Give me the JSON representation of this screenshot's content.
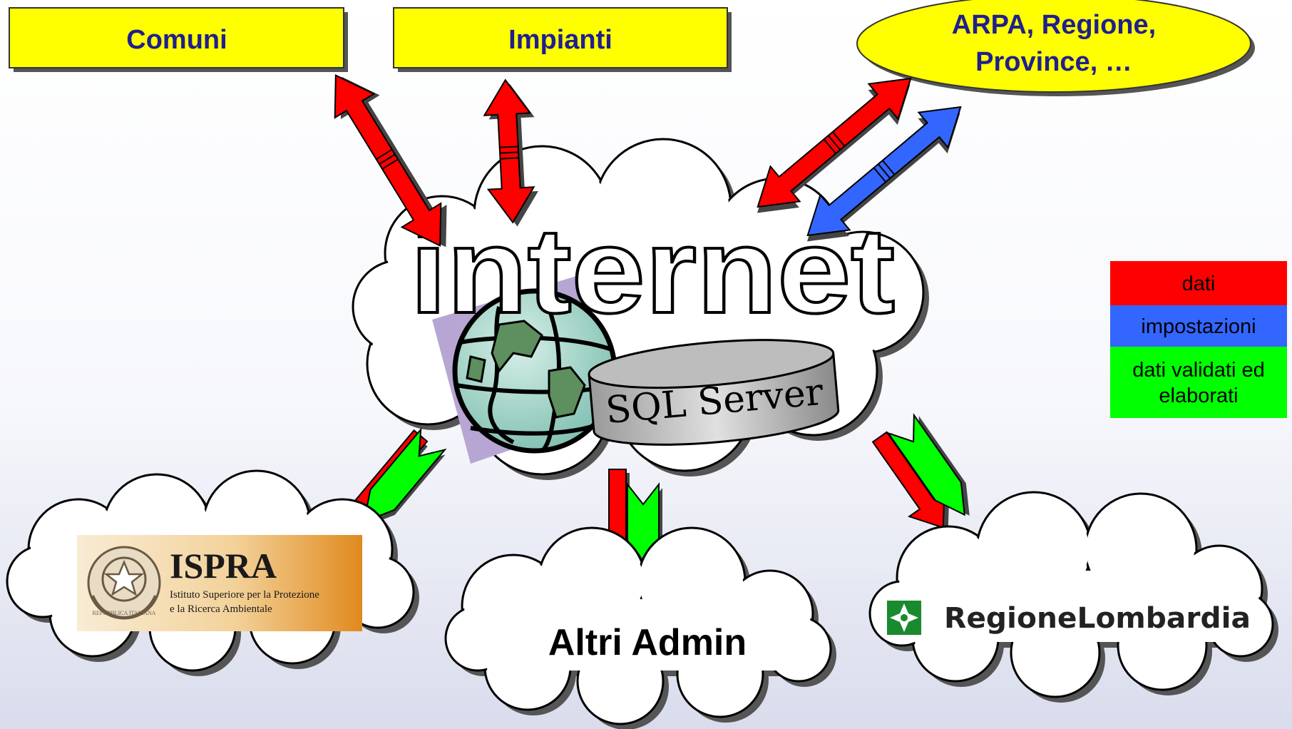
{
  "sources": {
    "comuni": "Comuni",
    "impianti": "Impianti",
    "arpa_line1": "ARPA, Regione,",
    "arpa_line2": "Province, …"
  },
  "hub": {
    "internet_label": "internet",
    "database_label": "SQL Server"
  },
  "destinations": {
    "ispra_title": "ISPRA",
    "ispra_line1": "Istituto Superiore per la Protezione",
    "ispra_line2": "e la Ricerca Ambientale",
    "ispra_emblem_text": "REPUBBLICA ITALIANA",
    "altri_admin": "Altri Admin",
    "regione_lombardia": "RegioneLombardia"
  },
  "legend": {
    "items": [
      {
        "label": "dati",
        "color": "#ff0000"
      },
      {
        "label": "impostazioni",
        "color": "#3366ff"
      },
      {
        "label_line1": "dati validati ed",
        "label_line2": "elaborati",
        "color": "#00ff00"
      }
    ]
  },
  "colors": {
    "source_box_fill": "#ffff00",
    "source_text": "#1f1f8f",
    "data_arrow": "#ff0000",
    "settings_arrow": "#3366ff",
    "validated_arrow": "#00ff00",
    "background_top": "#ffffff",
    "background_bottom": "#dfe2f0"
  }
}
